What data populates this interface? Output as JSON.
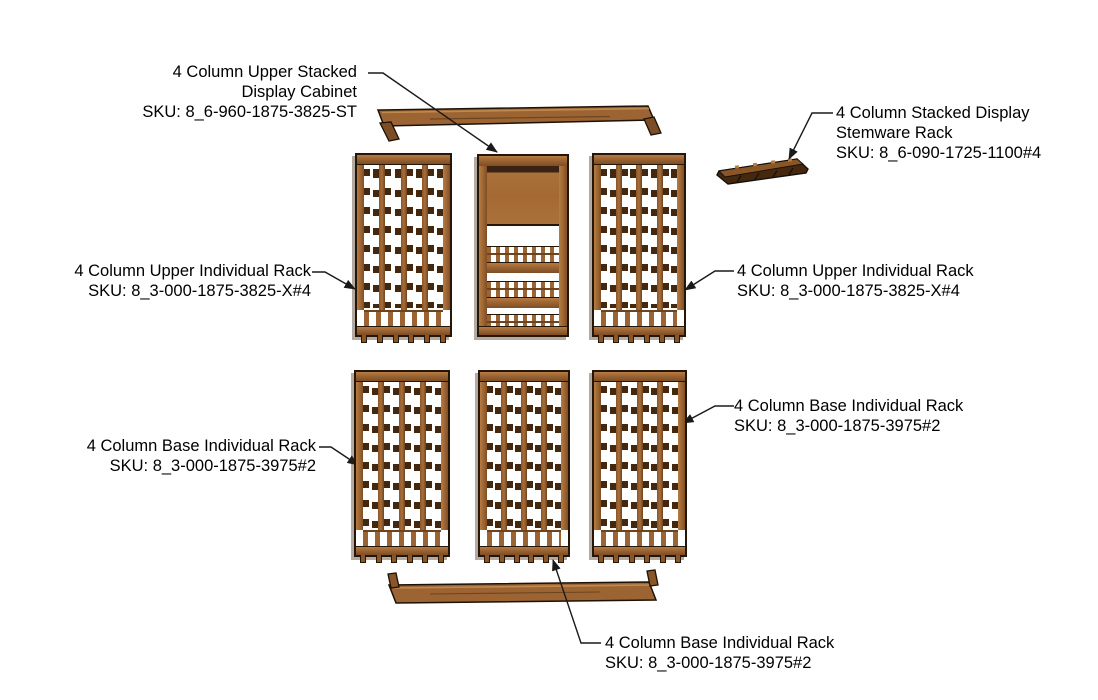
{
  "parts": {
    "upper_stacked_display_cabinet": {
      "label_line1": "4 Column Upper Stacked",
      "label_line2": "Display Cabinet",
      "sku": "SKU: 8_6-960-1875-3825-ST"
    },
    "stacked_display_stemware_rack": {
      "label_line1": "4 Column Stacked Display",
      "label_line2": "Stemware Rack",
      "sku": "SKU: 8_6-090-1725-1100#4"
    },
    "upper_individual_rack_left": {
      "label_line1": "4 Column Upper Individual Rack",
      "sku": "SKU: 8_3-000-1875-3825-X#4"
    },
    "upper_individual_rack_right": {
      "label_line1": "4 Column Upper Individual Rack",
      "sku": "SKU: 8_3-000-1875-3825-X#4"
    },
    "base_individual_rack_left": {
      "label_line1": "4 Column Base Individual Rack",
      "sku": "SKU: 8_3-000-1875-3975#2"
    },
    "base_individual_rack_right": {
      "label_line1": "4 Column Base Individual Rack",
      "sku": "SKU: 8_3-000-1875-3975#2"
    },
    "base_individual_rack_bottom": {
      "label_line1": "4 Column Base Individual Rack",
      "sku": "SKU: 8_3-000-1875-3975#2"
    }
  },
  "colors": {
    "background": "#ffffff",
    "wood": "#9c6433",
    "wood_light": "#b67c42",
    "wood_dark": "#7d4e25",
    "peg": "#44270f",
    "panel": "#a56a33",
    "outline": "#261607",
    "leader_line": "#1a1a1a",
    "text": "#000000"
  }
}
